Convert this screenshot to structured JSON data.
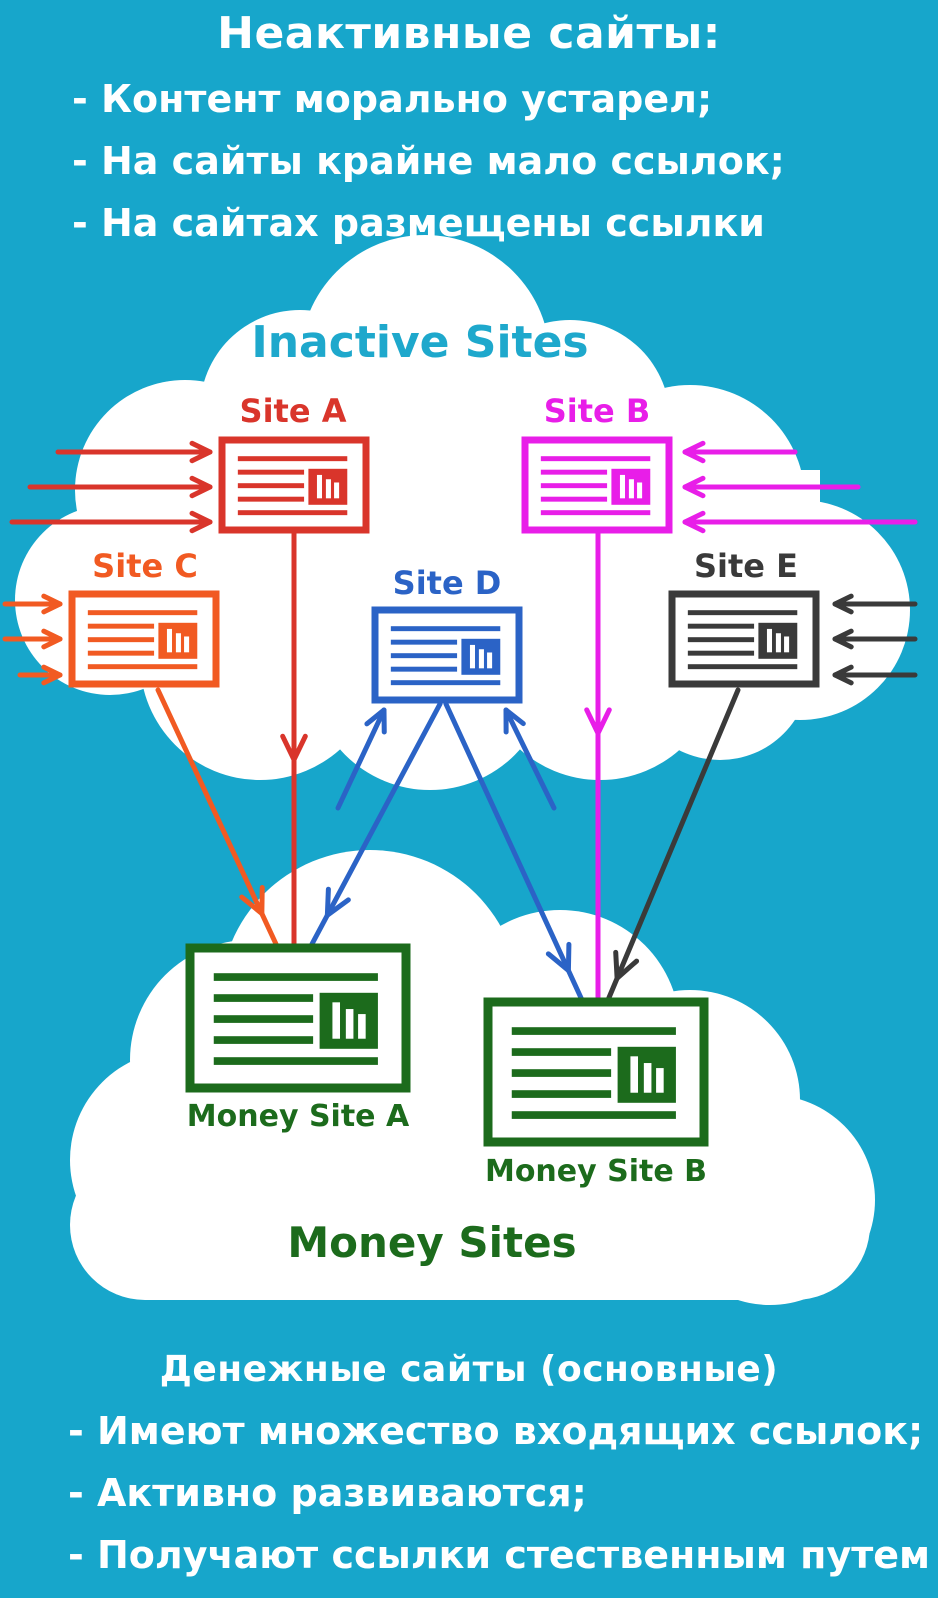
{
  "header": {
    "title": "Неактивные сайты:",
    "bullets": [
      "- Контент морально устарел;",
      "- На сайты крайне мало ссылок;",
      "- На сайтах размещены ссылки"
    ]
  },
  "inactive_cloud": {
    "title": "Inactive Sites",
    "title_color": "#1ea8cc",
    "sites": [
      {
        "id": "A",
        "label": "Site A",
        "color": "#d9352b"
      },
      {
        "id": "B",
        "label": "Site B",
        "color": "#e81ee8"
      },
      {
        "id": "C",
        "label": "Site C",
        "color": "#f15a22"
      },
      {
        "id": "D",
        "label": "Site D",
        "color": "#2b63c6"
      },
      {
        "id": "E",
        "label": "Site E",
        "color": "#3a3a3a"
      }
    ]
  },
  "money_cloud": {
    "title": "Money Sites",
    "color": "#1c6b1c",
    "sites": [
      {
        "id": "MA",
        "label": "Money Site A"
      },
      {
        "id": "MB",
        "label": "Money Site B"
      }
    ]
  },
  "footer": {
    "title": "Денежные сайты (основные)",
    "bullets": [
      "- Имеют множество входящих ссылок;",
      "- Активно развиваются;",
      "- Получают ссылки стественным путем"
    ]
  }
}
